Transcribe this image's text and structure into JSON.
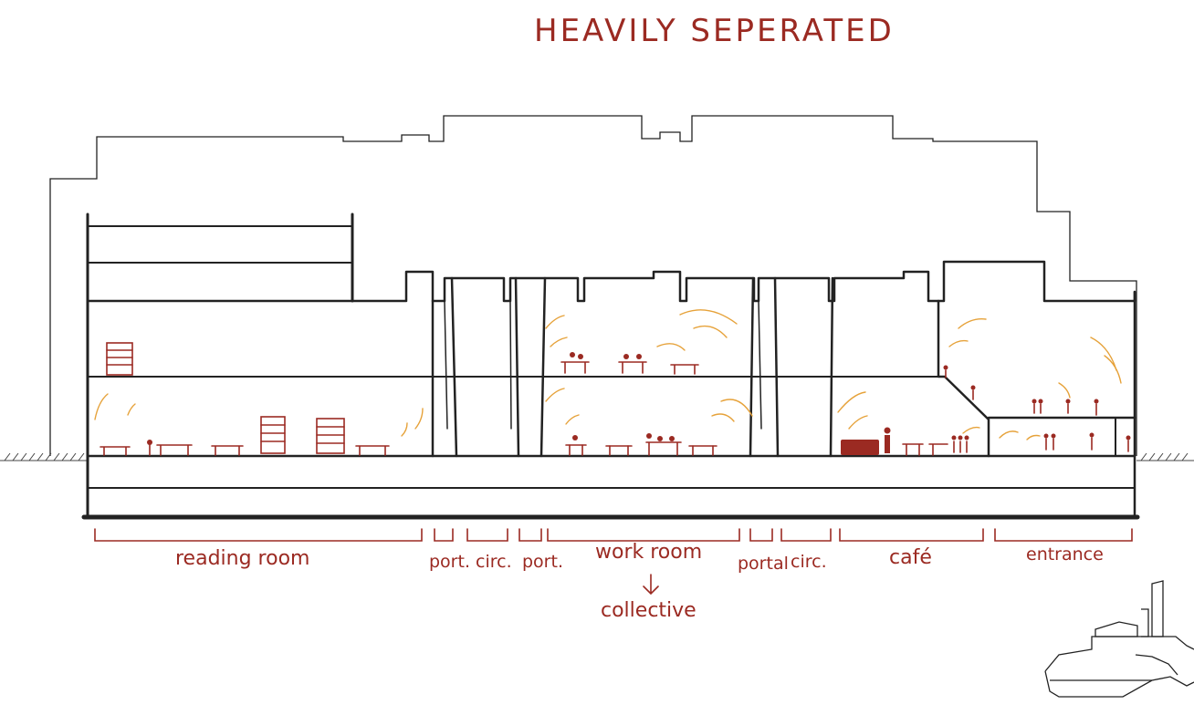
{
  "title": "HEAVILY SEPERATED",
  "zones": [
    {
      "id": "reading-room",
      "label": "reading room"
    },
    {
      "id": "port-1",
      "label": "port."
    },
    {
      "id": "circ-1",
      "label": "circ."
    },
    {
      "id": "port-2",
      "label": "port."
    },
    {
      "id": "work-room",
      "label": "work room"
    },
    {
      "id": "portal",
      "label": "portal"
    },
    {
      "id": "circ-2",
      "label": "circ."
    },
    {
      "id": "cafe",
      "label": "café"
    },
    {
      "id": "entrance",
      "label": "entrance"
    }
  ],
  "annotation": {
    "arrow_label": "collective"
  },
  "colors": {
    "accent": "#9b2a22",
    "structure": "#222222",
    "sound_arcs": "#e6a23a"
  }
}
